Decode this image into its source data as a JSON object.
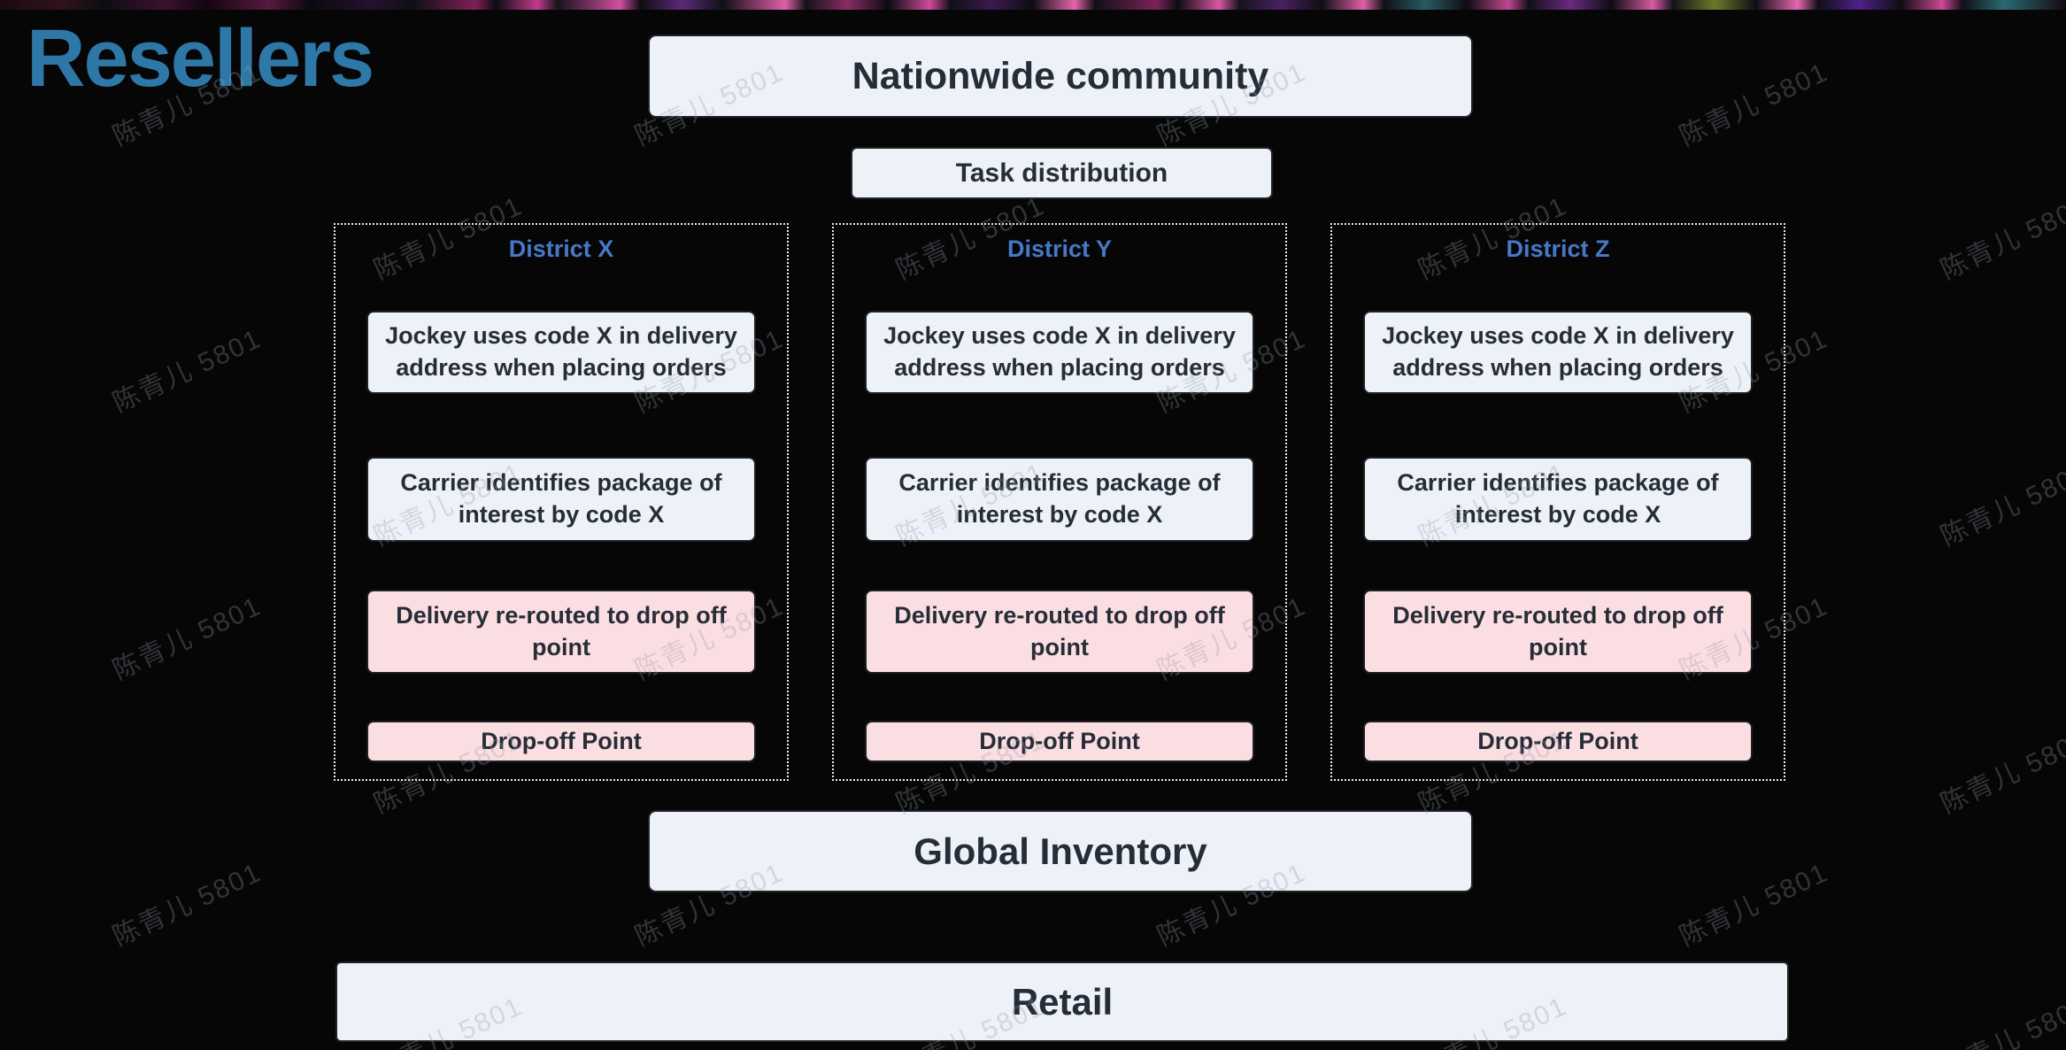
{
  "title": "Resellers",
  "watermark_text": "陈青儿 5801",
  "nodes": {
    "nationwide": "Nationwide community",
    "task_distribution": "Task distribution",
    "global_inventory": "Global Inventory",
    "retail": "Retail"
  },
  "districts": [
    {
      "label": "District X",
      "steps": [
        {
          "text": "Jockey uses code X in delivery address when placing orders"
        },
        {
          "text": "Carrier identifies package of interest by code X"
        },
        {
          "text": "Delivery re-routed to drop off point"
        },
        {
          "text": "Drop-off Point"
        }
      ]
    },
    {
      "label": "District Y",
      "steps": [
        {
          "text": "Jockey uses code X in delivery address when placing orders"
        },
        {
          "text": "Carrier identifies package of interest by code X"
        },
        {
          "text": "Delivery re-routed to drop off point"
        },
        {
          "text": "Drop-off Point"
        }
      ]
    },
    {
      "label": "District Z",
      "steps": [
        {
          "text": "Jockey uses code X in delivery address when placing orders"
        },
        {
          "text": "Carrier identifies package of interest by code X"
        },
        {
          "text": "Delivery re-routed to drop off point"
        },
        {
          "text": "Drop-off Point"
        }
      ]
    }
  ],
  "colors": {
    "bg": "#060607",
    "title-blue": "#2e78a8",
    "district-blue": "#4678c6",
    "box-light": "#edf1f8",
    "box-pink": "#fbdee1",
    "box-text": "#272d38",
    "dotted-border": "#ececec",
    "watermark": "#969ba5"
  }
}
